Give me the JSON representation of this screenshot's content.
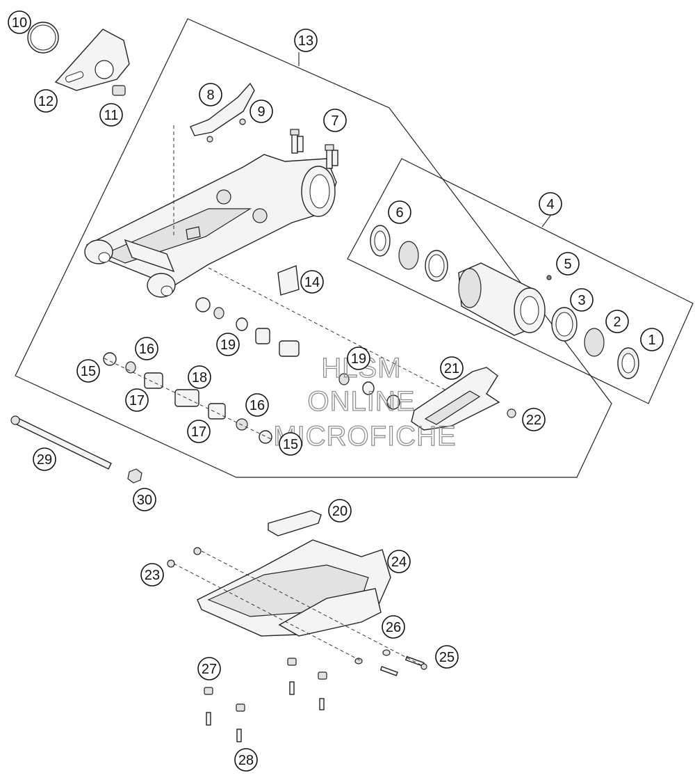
{
  "callouts": {
    "c1": "1",
    "c2": "2",
    "c3": "3",
    "c4": "4",
    "c5": "5",
    "c6": "6",
    "c7": "7",
    "c8": "8",
    "c9": "9",
    "c10": "10",
    "c11": "11",
    "c12": "12",
    "c13": "13",
    "c14": "14",
    "c15a": "15",
    "c15b": "15",
    "c16a": "16",
    "c16b": "16",
    "c17a": "17",
    "c17b": "17",
    "c18": "18",
    "c19a": "19",
    "c19b": "19",
    "c20": "20",
    "c21": "21",
    "c22": "22",
    "c23": "23",
    "c24": "24",
    "c25": "25",
    "c26": "26",
    "c27": "27",
    "c28": "28",
    "c29": "29",
    "c30": "30"
  },
  "watermark": {
    "line1": "HLSM",
    "line2": "ONLINE",
    "line3": "MICROFICHE"
  }
}
